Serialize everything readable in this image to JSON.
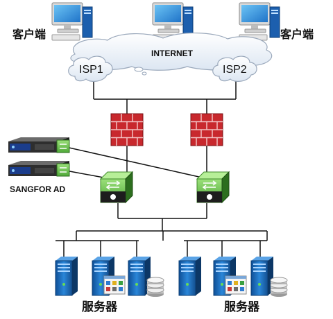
{
  "labels": {
    "client_left": "客户端",
    "client_right": "客户端",
    "internet": "INTERNET",
    "isp1": "ISP1",
    "isp2": "ISP2",
    "device": "SANGFOR AD",
    "servers_left": "服务器",
    "servers_right": "服务器"
  },
  "icons": {
    "client": "desktop-computer-icon",
    "cloud": "cloud-icon",
    "firewall": "firewall-icon",
    "switch": "network-switch-icon",
    "appliance": "rack-appliance-icon",
    "server": "tower-server-icon"
  },
  "colors": {
    "line": "#111111",
    "firewall": "#c8282d",
    "switch_green": "#6fc24a",
    "server_blue": "#1a6fc0",
    "monitor_blue": "#2a8ad8"
  }
}
